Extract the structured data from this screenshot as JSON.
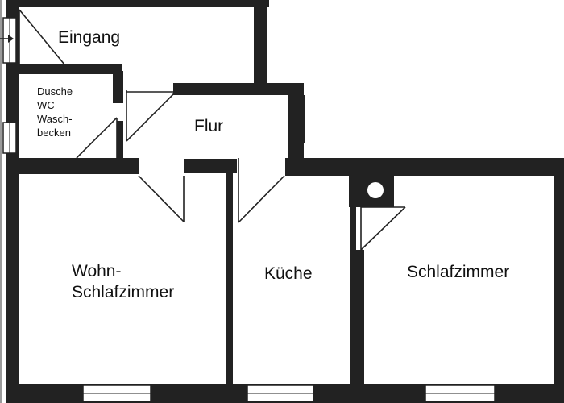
{
  "floorplan": {
    "rooms": {
      "entrance": "Eingang",
      "bathroom": "Dusche\nWC\nWasch-\nbecken",
      "hallway": "Flur",
      "living_bedroom": "Wohn-\nSchlafzimmer",
      "kitchen": "Küche",
      "bedroom": "Schlafzimmer"
    }
  }
}
